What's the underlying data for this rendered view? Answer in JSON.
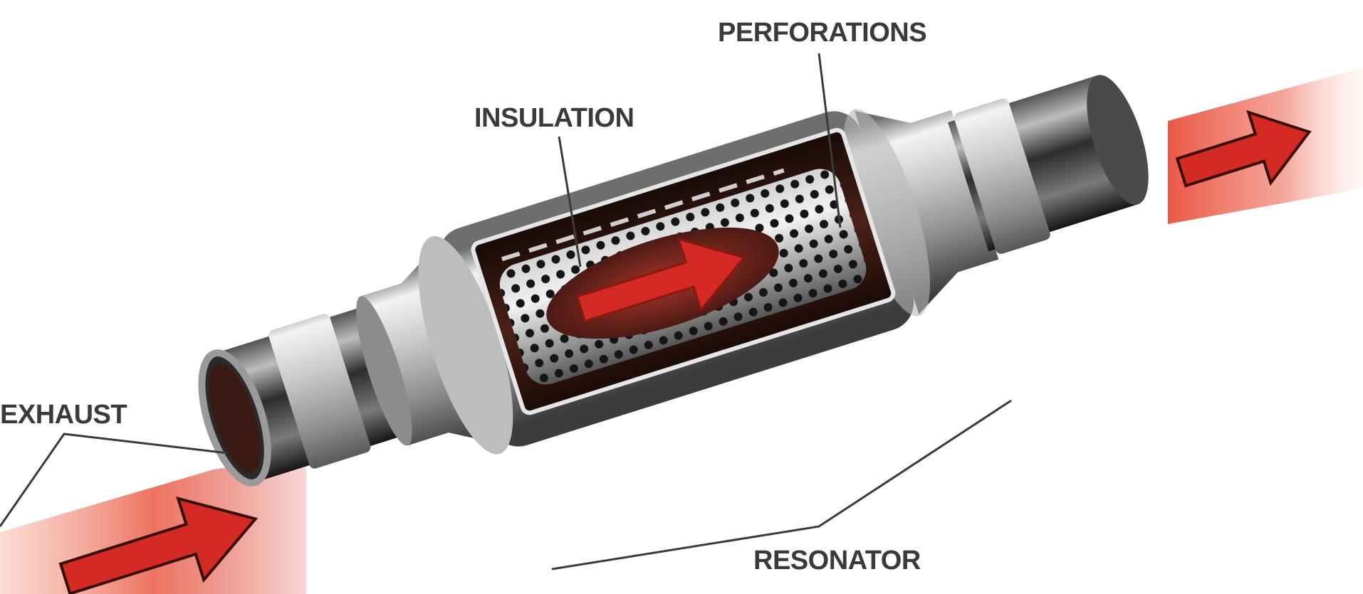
{
  "labels": {
    "perforations": "PERFORATIONS",
    "insulation": "INSULATION",
    "exhaust": "EXHAUST",
    "resonator": "RESONATOR"
  },
  "colors": {
    "background": "#ffffff",
    "flow_arrow": "#d32b24",
    "flow_glow": "#f06a55",
    "shell_light": "#d9d9d9",
    "shell_dark": "#3a3a3a",
    "interior": "#2a1410",
    "label_text": "#3a3a3a"
  },
  "icons": {
    "flow": "arrow-right-icon"
  }
}
